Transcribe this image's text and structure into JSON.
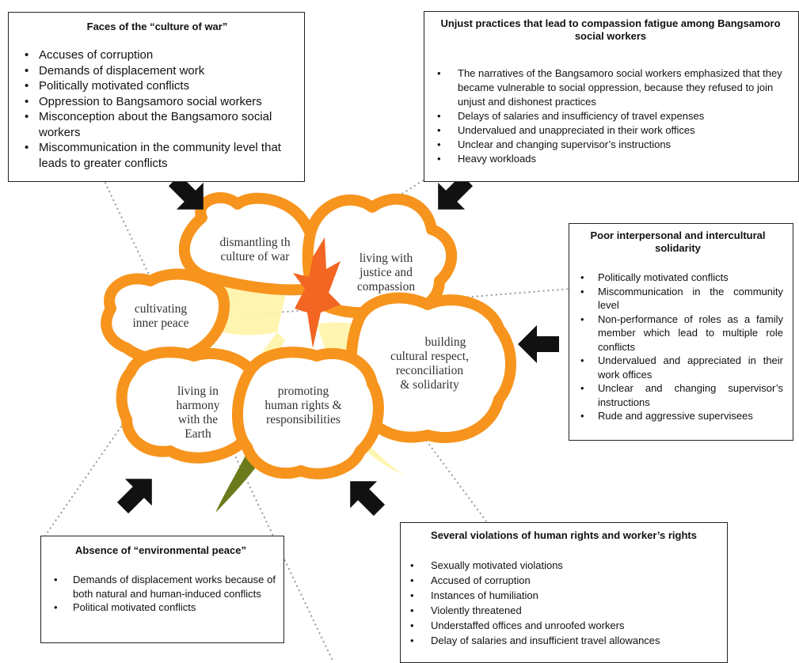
{
  "boxes": {
    "culture_of_war": {
      "title": "Faces of the “culture of war”",
      "items": [
        "Accuses of corruption",
        "Demands of displacement work",
        "Politically motivated conflicts",
        "Oppression to Bangsamoro social workers",
        "Misconception about the Bangsamoro social workers",
        "Miscommunication in the community level that leads to greater conflicts"
      ]
    },
    "compassion_fatigue": {
      "title": "Unjust practices that lead to compassion fatigue among Bangsamoro social workers",
      "items": [
        "The narratives of the Bangsamoro social workers emphasized that they became vulnerable to social oppression, because they refused to join unjust and dishonest practices",
        "Delays of salaries and insufficiency of travel expenses",
        "Undervalued and unappreciated in their work offices",
        "Unclear and changing supervisor’s instructions",
        "Heavy workloads"
      ]
    },
    "solidarity": {
      "title": "Poor interpersonal and intercultural solidarity",
      "items": [
        "Politically motivated conflicts",
        "Miscommunication in the community level",
        "Non-performance of roles as a family member which lead to multiple role conflicts",
        "Undervalued and appreciated in their work offices",
        "Unclear and changing supervisor’s instructions",
        "Rude and aggressive supervisees"
      ]
    },
    "environmental_peace": {
      "title": "Absence of “environmental peace”",
      "items": [
        "Demands of displacement works because of both natural and human-induced conflicts",
        "Political motivated conflicts"
      ]
    },
    "human_rights": {
      "title": "Several violations of human rights and worker’s rights",
      "items": [
        "Sexually motivated violations",
        "Accused of corruption",
        "Instances of humiliation",
        "Violently threatened",
        "Understaffed offices and unroofed workers",
        "Delay of salaries and insufficient travel allowances"
      ]
    }
  },
  "petals": {
    "culture_of_war": [
      "dismantling th",
      "culture of war"
    ],
    "justice": [
      "living with",
      "justice and",
      "compassion"
    ],
    "inner_peace": [
      "cultivating",
      "inner peace"
    ],
    "cultural_respect": [
      "building",
      "cultural respect,",
      "reconciliation",
      "&  solidarity"
    ],
    "harmony": [
      "living in",
      "harmony",
      "with the",
      "Earth"
    ],
    "human_rights": [
      "promoting",
      "human rights &",
      "responsibilities"
    ]
  },
  "colors": {
    "petal_orange": "#f7941d",
    "petal_fill": "#ffffff",
    "glow_yellow": "#fff3a0",
    "stamen_orange": "#f26522",
    "stem_green": "#6b7a1a",
    "arrow": "#111111",
    "dotted": "#999999"
  }
}
